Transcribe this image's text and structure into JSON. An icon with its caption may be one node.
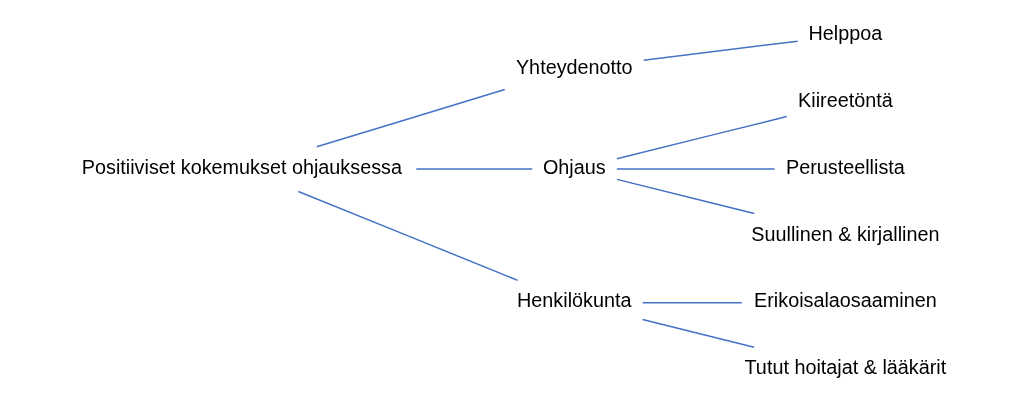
{
  "diagram": {
    "nodes": [
      {
        "text": [
          "Positiiviset kokemukset ohjauksessa"
        ]
      },
      {
        "text": [
          "Yhteydenotto"
        ]
      },
      {
        "text": [
          "Helppoa"
        ]
      },
      {
        "text": [
          "Ohjaus"
        ]
      },
      {
        "text": [
          "Kiireetöntä"
        ]
      },
      {
        "text": [
          "Perusteellista"
        ]
      },
      {
        "text": [
          "Suullinen & kirjallinen"
        ]
      },
      {
        "text": [
          "Henkilökunta"
        ]
      },
      {
        "text": [
          "Erikoisalaosaaminen"
        ]
      },
      {
        "text": [
          "Tutut hoitajat & lääkärit"
        ]
      }
    ],
    "edges": [
      {
        "from": 0,
        "to": 1,
        "arrow": "none"
      },
      {
        "from": 0,
        "to": 3,
        "arrow": "none"
      },
      {
        "from": 0,
        "to": 7,
        "arrow": "none"
      },
      {
        "from": 1,
        "to": 2,
        "arrow": "none"
      },
      {
        "from": 3,
        "to": 4,
        "arrow": "none"
      },
      {
        "from": 3,
        "to": 5,
        "arrow": "none"
      },
      {
        "from": 3,
        "to": 6,
        "arrow": "none"
      },
      {
        "from": 7,
        "to": 8,
        "arrow": "none"
      },
      {
        "from": 7,
        "to": 9,
        "arrow": "none"
      }
    ]
  }
}
